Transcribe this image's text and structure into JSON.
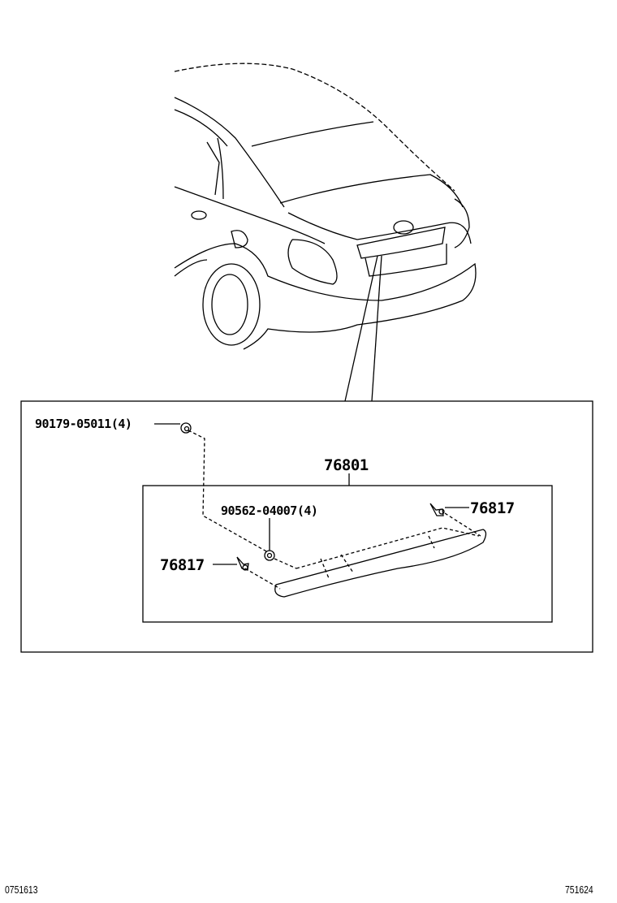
{
  "parts": {
    "bolt": "90179-05011(4)",
    "spoiler": "76801",
    "nut": "90562-04007(4)",
    "clip_left": "76817",
    "clip_right": "76817"
  },
  "footer": {
    "left_code": "0751613",
    "right_code": "751624"
  }
}
